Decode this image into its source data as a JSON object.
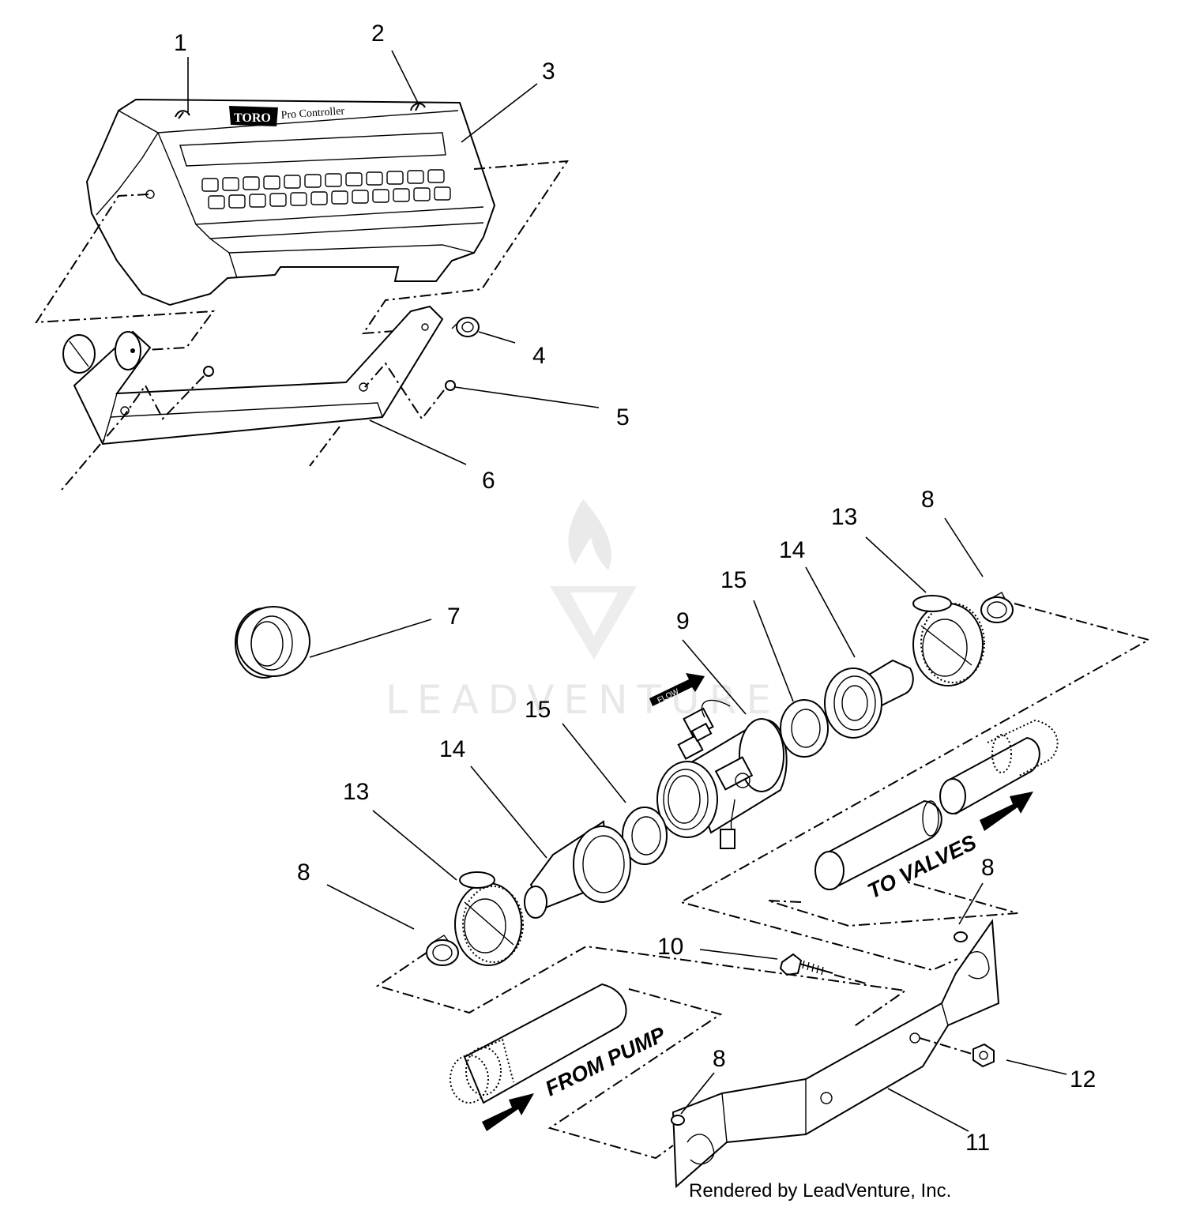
{
  "brand": {
    "logo": "TORO",
    "product": "Pro Controller"
  },
  "flow_label": "FLOW",
  "labels": {
    "to_valves": "TO VALVES",
    "from_pump": "FROM PUMP"
  },
  "watermark": "LEADVENTURE",
  "callouts": {
    "c1": "1",
    "c2": "2",
    "c3": "3",
    "c4": "4",
    "c5": "5",
    "c6": "6",
    "c7": "7",
    "c8a": "8",
    "c9": "9",
    "c10": "10",
    "c11": "11",
    "c12": "12",
    "c13a": "13",
    "c14a": "14",
    "c15a": "15",
    "c15b": "15",
    "c14b": "14",
    "c13b": "13",
    "c8b": "8",
    "c8c": "8",
    "c8d": "8"
  },
  "footer": "Rendered by LeadVenture, Inc."
}
